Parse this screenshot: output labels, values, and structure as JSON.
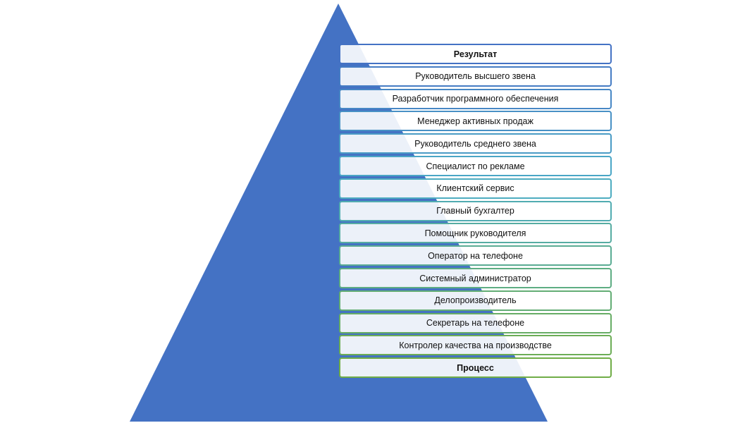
{
  "diagram": {
    "type": "pyramid-list",
    "pyramid_color": "#4472C4",
    "border_color_top": "#4472C4",
    "border_color_bottom": "#70AD47",
    "levels": [
      {
        "label": "Результат",
        "bold": true
      },
      {
        "label": "Руководитель высшего звена",
        "bold": false
      },
      {
        "label": "Разработчик программного обеспечения",
        "bold": false
      },
      {
        "label": "Менеджер активных продаж",
        "bold": false
      },
      {
        "label": "Руководитель среднего звена",
        "bold": false
      },
      {
        "label": "Специалист по рекламе",
        "bold": false
      },
      {
        "label": "Клиентский сервис",
        "bold": false
      },
      {
        "label": "Главный бухгалтер",
        "bold": false
      },
      {
        "label": "Помощник руководителя",
        "bold": false
      },
      {
        "label": "Оператор на телефоне",
        "bold": false
      },
      {
        "label": "Системный администратор",
        "bold": false
      },
      {
        "label": "Делопроизводитель",
        "bold": false
      },
      {
        "label": "Секретарь на телефоне",
        "bold": false
      },
      {
        "label": "Контролер качества на производстве",
        "bold": false
      },
      {
        "label": "Процесс",
        "bold": true
      }
    ]
  }
}
